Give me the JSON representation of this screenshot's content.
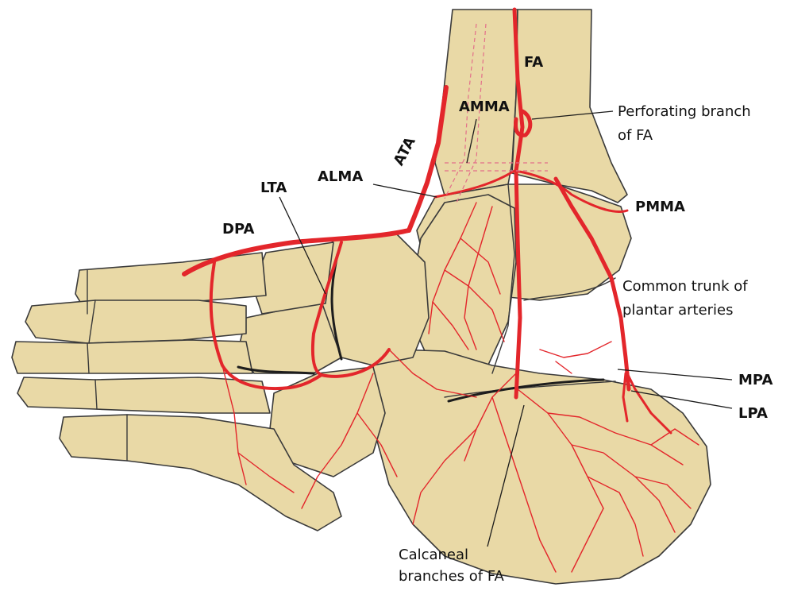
{
  "colors": {
    "bone": "#e9d9a6",
    "artery": "#e3262b",
    "outline": "#3a3a3a",
    "text": "#111111"
  },
  "labels": {
    "fa": "FA",
    "amma": "AMMA",
    "perforating_line1": "Perforating branch",
    "perforating_line2": "of FA",
    "ata": "ATA",
    "alma": "ALMA",
    "lta": "LTA",
    "pmma": "PMMA",
    "dpa": "DPA",
    "common_trunk_line1": "Common trunk of",
    "common_trunk_line2": "plantar arteries",
    "mpa": "MPA",
    "lpa": "LPA",
    "calcaneal_line1": "Calcaneal",
    "calcaneal_line2": "branches of FA"
  }
}
